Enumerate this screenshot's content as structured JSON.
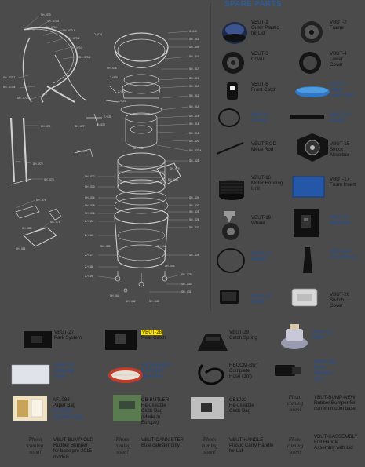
{
  "title": "SPARE PARTS",
  "photo_coming_soon": [
    "Photo",
    "coming",
    "soon!"
  ],
  "parts": {
    "vbut1": {
      "code": "VBUT-1",
      "lines": [
        "Outer Plastic",
        "for Lid"
      ]
    },
    "vbut2": {
      "code": "VBUT-2",
      "lines": [
        "Frame"
      ]
    },
    "vbut3": {
      "code": "VBUT-3",
      "lines": [
        "Cover"
      ]
    },
    "vbut4": {
      "code": "VBUT-4",
      "lines": [
        "Lower",
        "Cover"
      ]
    },
    "vbut6": {
      "code": "VBUT-6",
      "lines": [
        "Front Catch"
      ]
    },
    "vbut7": {
      "code": "VBUT-7",
      "lines": [
        "Lower",
        "Foam Filter"
      ]
    },
    "vbut8": {
      "code": "VBUT-8",
      "lines": [
        "O-Ring"
      ]
    },
    "vbut10": {
      "code": "VBUT-10",
      "lines": [
        "Handle"
      ]
    },
    "vbutrod": {
      "code": "VBUT-ROD",
      "lines": [
        "Metal Rod"
      ]
    },
    "vbut15": {
      "code": "VBUT-15",
      "lines": [
        "Shock",
        "Absorber"
      ]
    },
    "vbut16": {
      "code": "VBUT-16",
      "lines": [
        "Motor Housing",
        "Unit"
      ]
    },
    "vbut17": {
      "code": "VBUT-17",
      "lines": [
        "Foam Insert"
      ]
    },
    "vbut19": {
      "code": "VBUT-19",
      "lines": [
        "Wheel"
      ]
    },
    "vbut21": {
      "code": "VBUT-21",
      "lines": [
        "Bag Bush"
      ]
    },
    "vbut22": {
      "code": "VBUT-22",
      "lines": [
        "Gasket"
      ]
    },
    "vbut23": {
      "code": "VBUT-23",
      "lines": [
        "Cord Sleeve"
      ]
    },
    "vbut25": {
      "code": "VBUT-25",
      "lines": [
        "Switch"
      ]
    },
    "vbut26": {
      "code": "VBUT-26",
      "lines": [
        "Switch",
        "Cover"
      ]
    },
    "vbut27": {
      "code": "VBUT-27",
      "lines": [
        "Park System"
      ]
    },
    "vbut28": {
      "code": "VBUT-28",
      "lines": [
        "Rear Catch"
      ]
    },
    "vbut29": {
      "code": "VBUT-29",
      "lines": [
        "Catch Spring"
      ]
    },
    "vbut31": {
      "code": "VBUT-31",
      "lines": [
        "Motor"
      ]
    },
    "vbut32": {
      "code": "VBUT-32",
      "lines": [
        "Damping",
        "Insert"
      ]
    },
    "filth14": {
      "code": "FILTH14-BUT",
      "lines": [
        "H14 HEPA",
        "Inlet Filter"
      ]
    },
    "hbcom": {
      "code": "HBCOM-BUT",
      "lines": [
        "Complete",
        "Hose (3m)"
      ]
    },
    "vbutme": {
      "code": "VBUT-ME",
      "lines": [
        "Hose",
        "Machine",
        "End"
      ]
    },
    "af1082": {
      "code": "AF1082",
      "lines": [
        "Paper Bag",
        "AF1082S",
        "Synthetic Bag"
      ]
    },
    "cbbutler": {
      "code": "CB-BUTLER",
      "lines": [
        "Re-useable",
        "Cloth Bag",
        "(Made in",
        "Europe)"
      ]
    },
    "cb1022": {
      "code": "CB1022",
      "lines": [
        "Re-useable",
        "Cloth Bag"
      ]
    },
    "bumpnew": {
      "code": "VBUT-BUMP-NEW",
      "lines": [
        "Rubber Bumper for",
        "current model base"
      ]
    },
    "bumpold": {
      "code": "VBUT-BUMP-OLD",
      "lines": [
        "Rubber Bumper",
        "for base pre-2015",
        "models"
      ]
    },
    "canister": {
      "code": "VBUT-CANNISTER",
      "lines": [
        "Blue canister only"
      ]
    },
    "handle": {
      "code": "VBUT-HANDLE",
      "lines": [
        "Plastic Carry Handle",
        "for Lid"
      ]
    },
    "hassembly": {
      "code": "VBUT-HASSEMBLY",
      "lines": [
        "Full Handle",
        "Assembly with Lid"
      ]
    }
  },
  "diagram_refs": {
    "r01": "SH - 070",
    "r02": "SH - 070/2",
    "r03": "SH - 070.3",
    "r04": "SH - 070.1",
    "r05": "SH - 070.4",
    "r06": "SH - 070.5",
    "r07": "SH - 070.6",
    "r08": "SH - 070.7",
    "r09": "SH - 070.8",
    "r10": "SH - 070.9",
    "r11": "SH - 071",
    "r12": "SH - 072",
    "r13": "SH - 073",
    "r14": "SH - 074",
    "r15": "SH - 075",
    "r16": "SH - 076",
    "r17": "SH - 077",
    "a01": "3 / 040",
    "a02": "SH - 011",
    "a03": "SH - 009",
    "a04": "SH - 010",
    "a05": "SH - 017",
    "a06": "SH - 019",
    "a07": "SH - 013",
    "a08": "SH - 012",
    "a09": "SH - 014",
    "a10": "SH - 015",
    "a11": "SH - 016",
    "a12": "SH - 018",
    "a13": "SH - 020",
    "a14": "SH - 022 A",
    "a15": "SH - 021",
    "a16": "SH - 024",
    "a17": "SH - 023",
    "b01": "SH - 025",
    "b02": "SH - 026",
    "b03": "SH - 027",
    "b04": "SH - 028",
    "b05": "SH - 029",
    "b06": "SH - 030",
    "b07": "SH - 031",
    "b08": "SH - 032",
    "b09": "SH - 033",
    "b10": "SH - 034",
    "b11": "SH - 035",
    "b12": "SH - 036",
    "c01": "2 / 015",
    "c02": "2 / 016",
    "c03": "2 / 017",
    "c04": "2 / 018",
    "c05": "2 / 019",
    "c06": "2 / 020",
    "c07": "2 / 021",
    "c08": "2 / 022",
    "c09": "2 / 023",
    "c10": "2 / 024",
    "c11": "SH - 038",
    "c12": "SH - 039",
    "c13": "SH - 040",
    "c14": "SH - 041",
    "c15": "SH - 042",
    "c16": "SH - 043",
    "c17": "SH - 044",
    "c18": "SH - 045",
    "d01": "2 / 075",
    "d02": "SH - 078",
    "d03": "SH - 079",
    "d04": "SH - 080",
    "d05": "SH - 081"
  },
  "colors": {
    "background": "#4b4b4b",
    "title": "#2a5b9c",
    "blue_text": "#1e4fa0",
    "highlight": "#ffe600"
  }
}
